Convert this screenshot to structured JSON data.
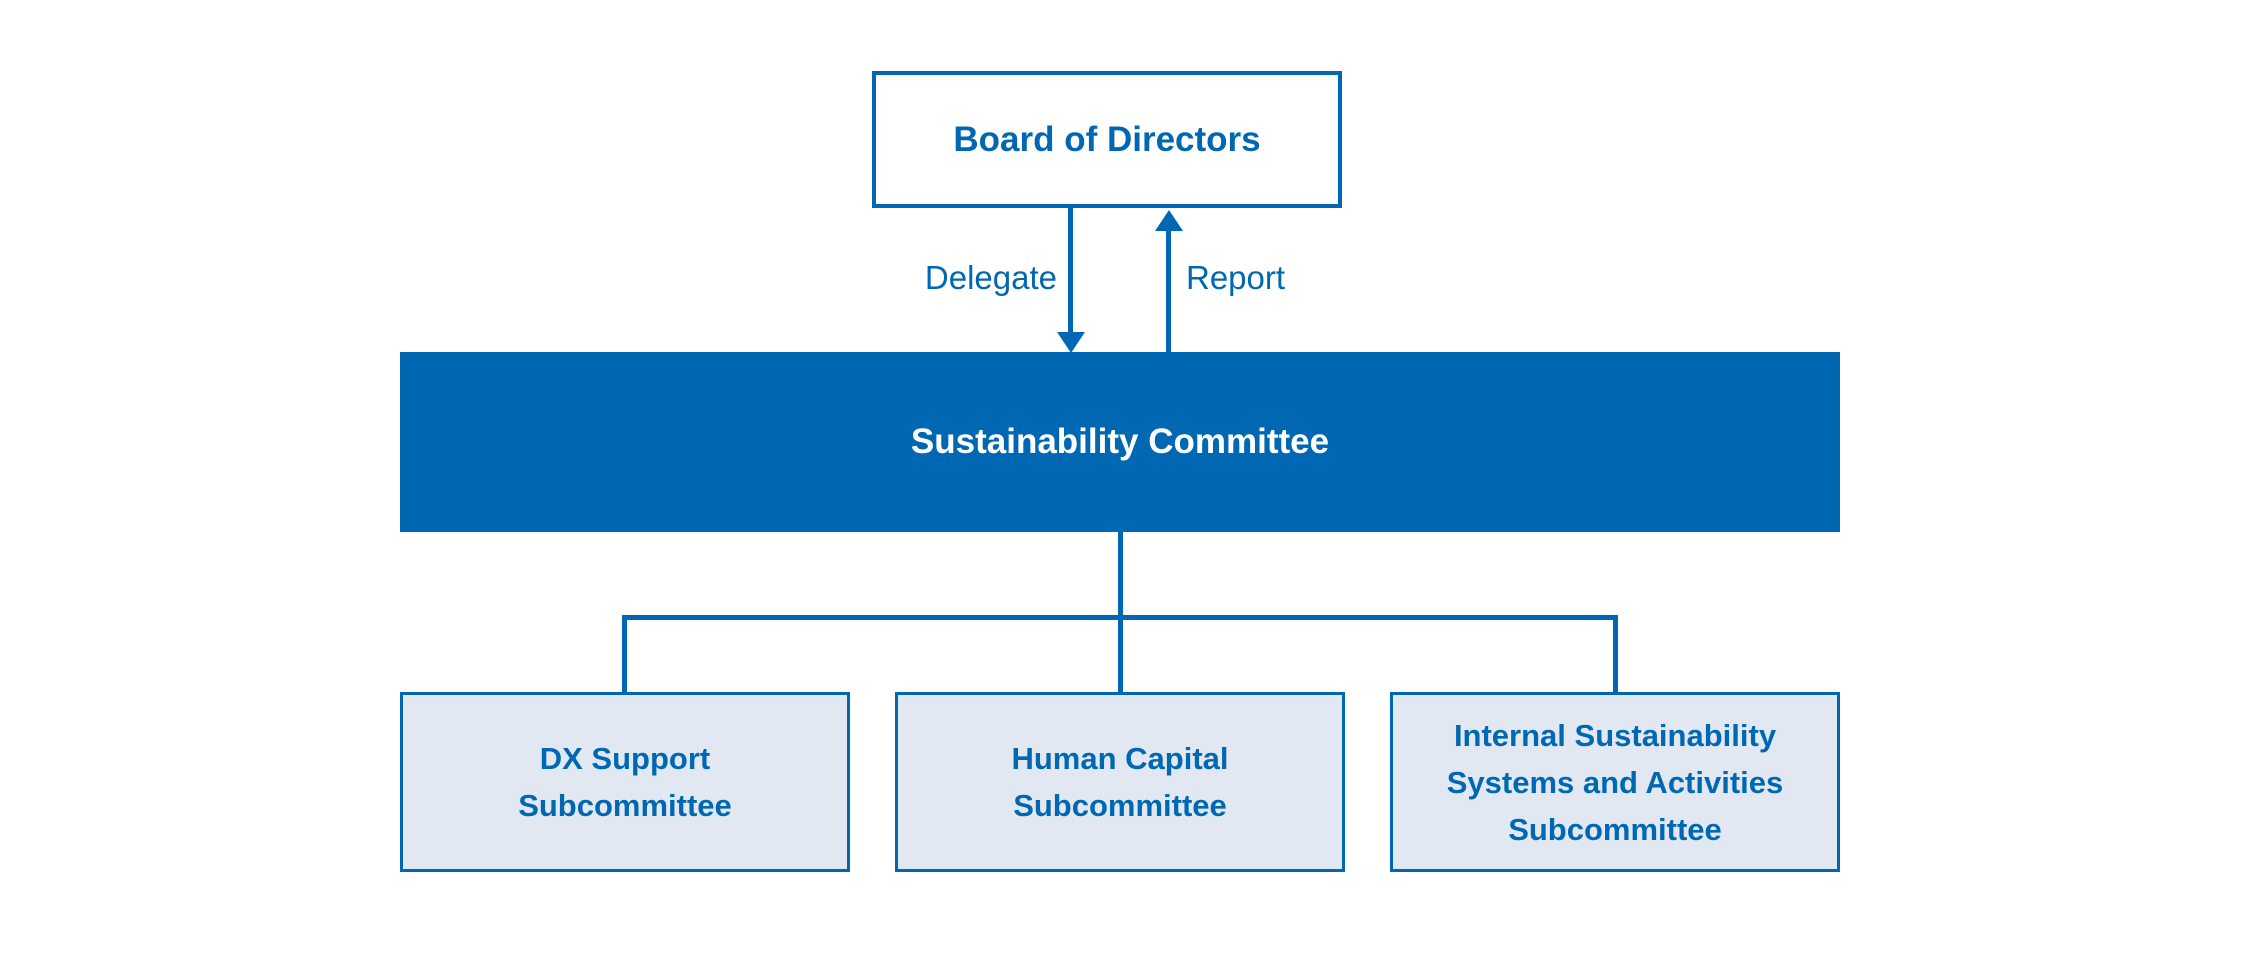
{
  "colors": {
    "primary_blue": "#0068b2",
    "subcommittee_fill": "#e2e8f1",
    "bar_text": "#ffffff",
    "background": "#ffffff"
  },
  "org_chart": {
    "board": {
      "label": "Board of Directors"
    },
    "edges": {
      "delegate_label": "Delegate",
      "report_label": "Report"
    },
    "committee": {
      "label": "Sustainability Committee"
    },
    "subcommittees": [
      {
        "label": "DX Support\nSubcommittee"
      },
      {
        "label": "Human Capital\nSubcommittee"
      },
      {
        "label": "Internal Sustainability\nSystems and Activities\nSubcommittee"
      }
    ]
  }
}
